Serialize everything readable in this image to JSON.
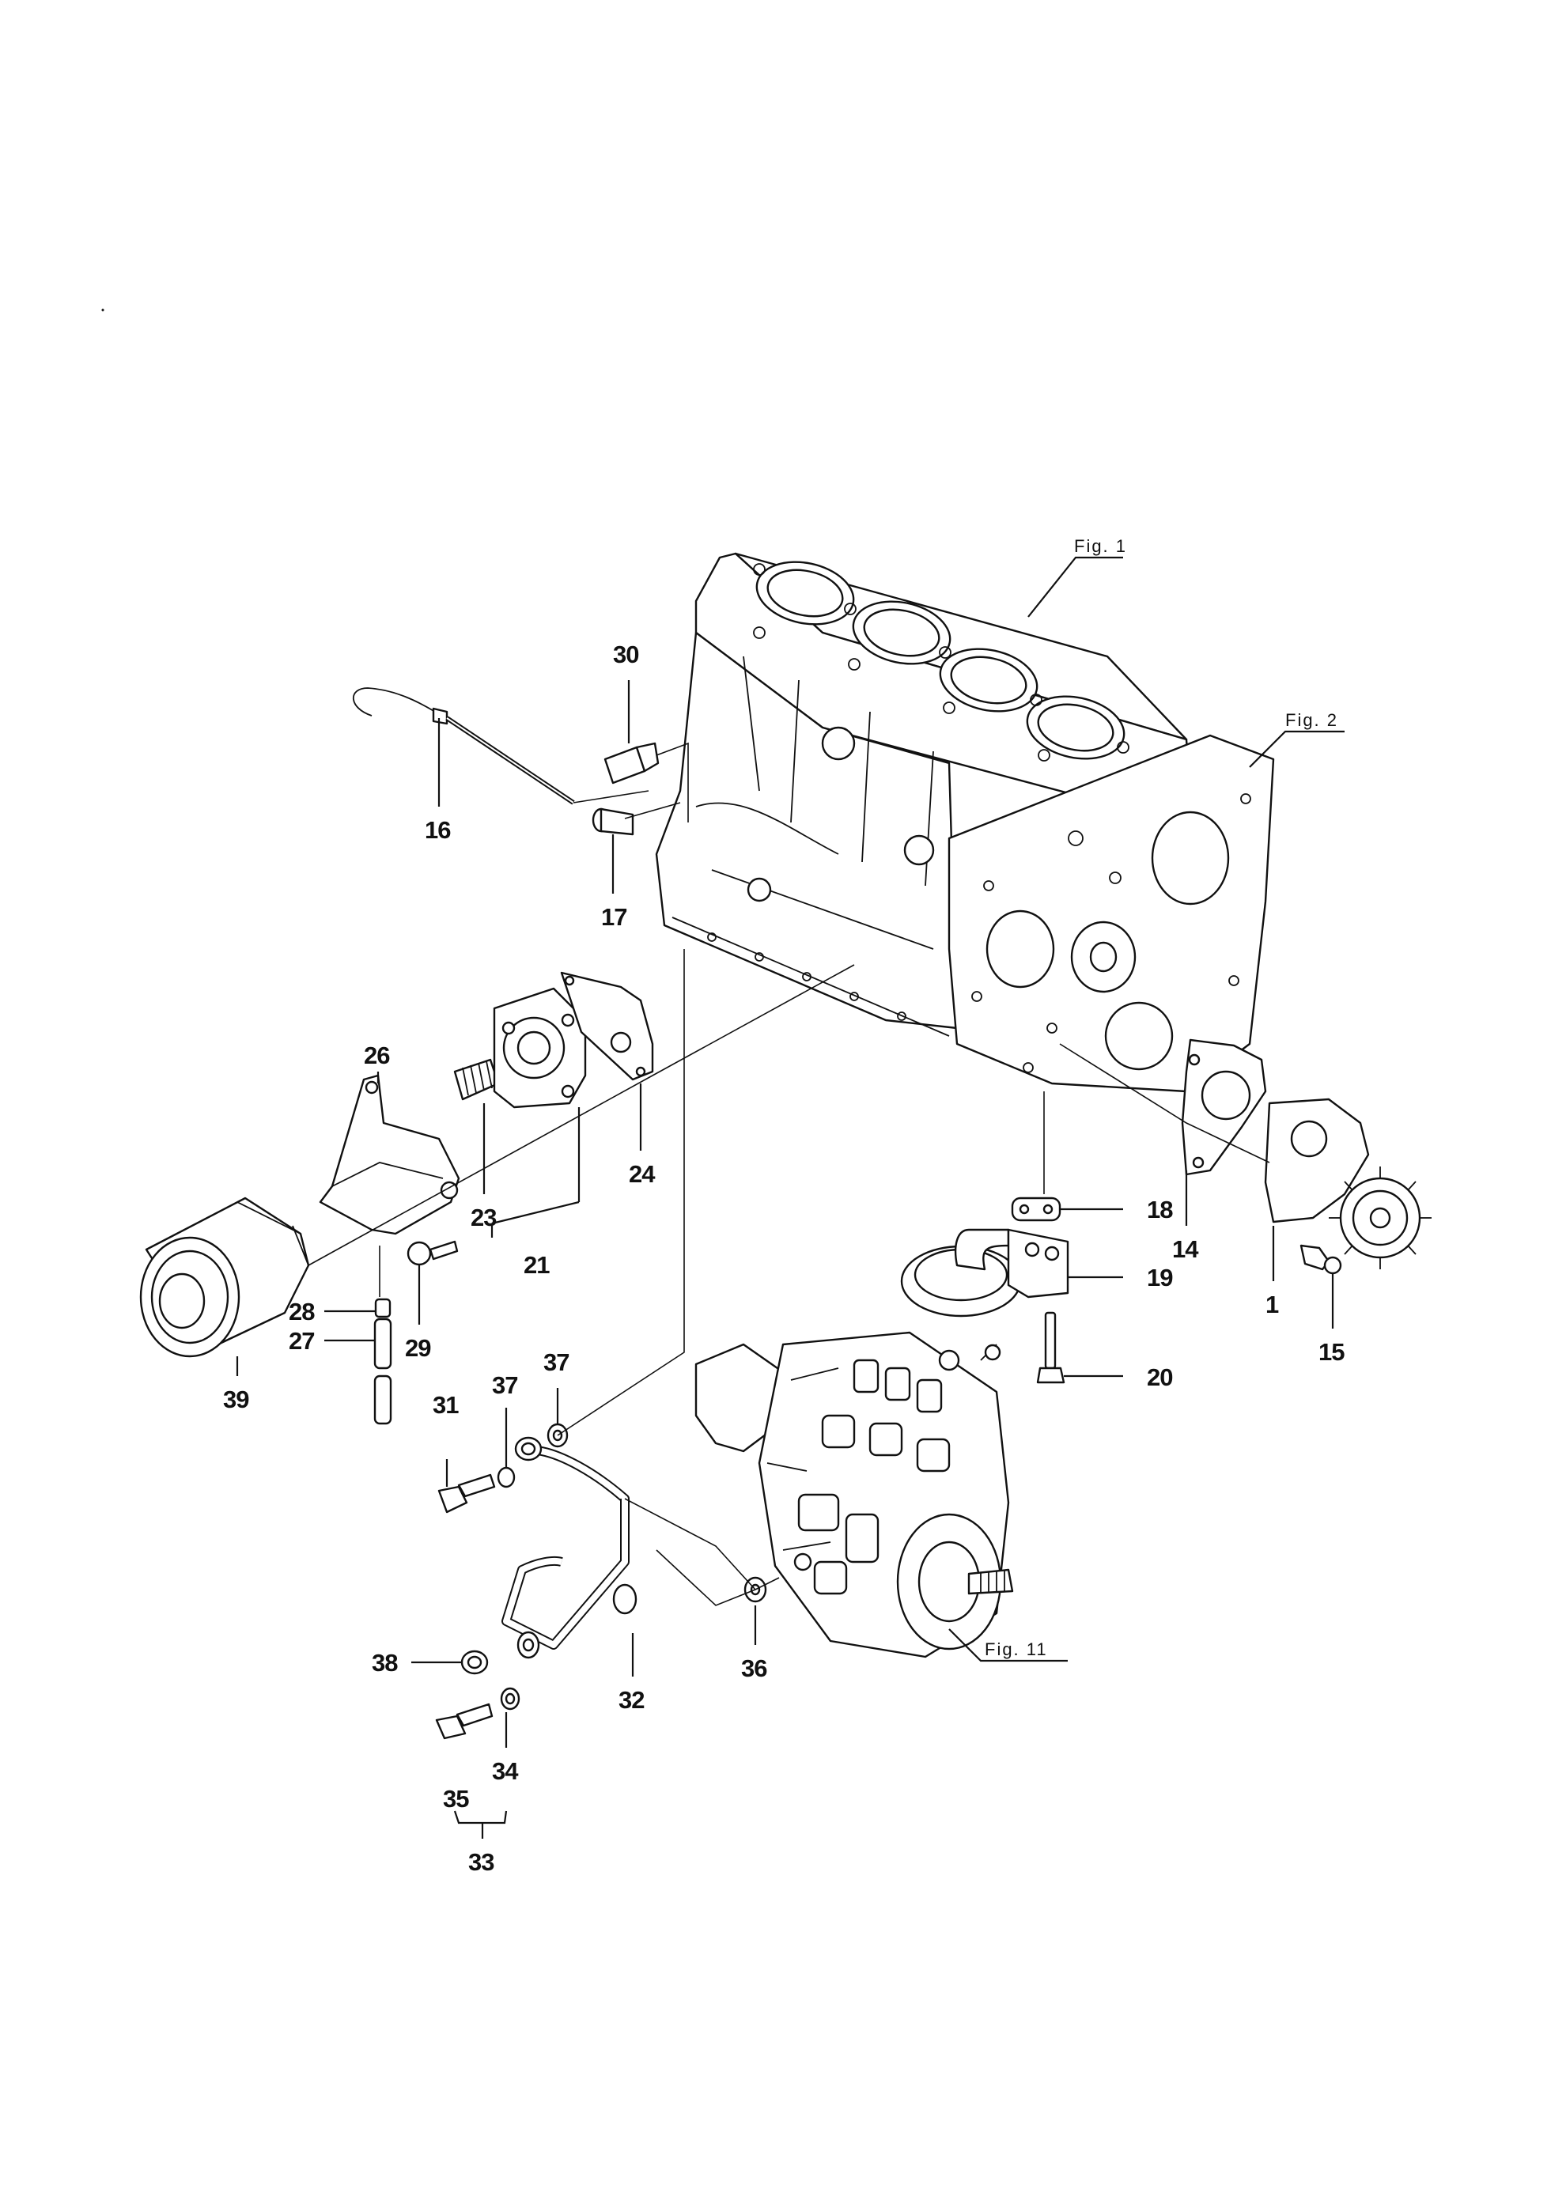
{
  "figure_refs": {
    "fig1": "Fig. 1",
    "fig2": "Fig. 2",
    "fig11": "Fig. 11"
  },
  "callouts": {
    "c1": "1",
    "c14": "14",
    "c15": "15",
    "c16": "16",
    "c17": "17",
    "c18": "18",
    "c19": "19",
    "c20": "20",
    "c21": "21",
    "c23": "23",
    "c24": "24",
    "c26": "26",
    "c27": "27",
    "c28": "28",
    "c29": "29",
    "c30": "30",
    "c31": "31",
    "c32": "32",
    "c33": "33",
    "c34": "34",
    "c35": "35",
    "c36": "36",
    "c37a": "37",
    "c37b": "37",
    "c38": "38",
    "c39": "39"
  }
}
